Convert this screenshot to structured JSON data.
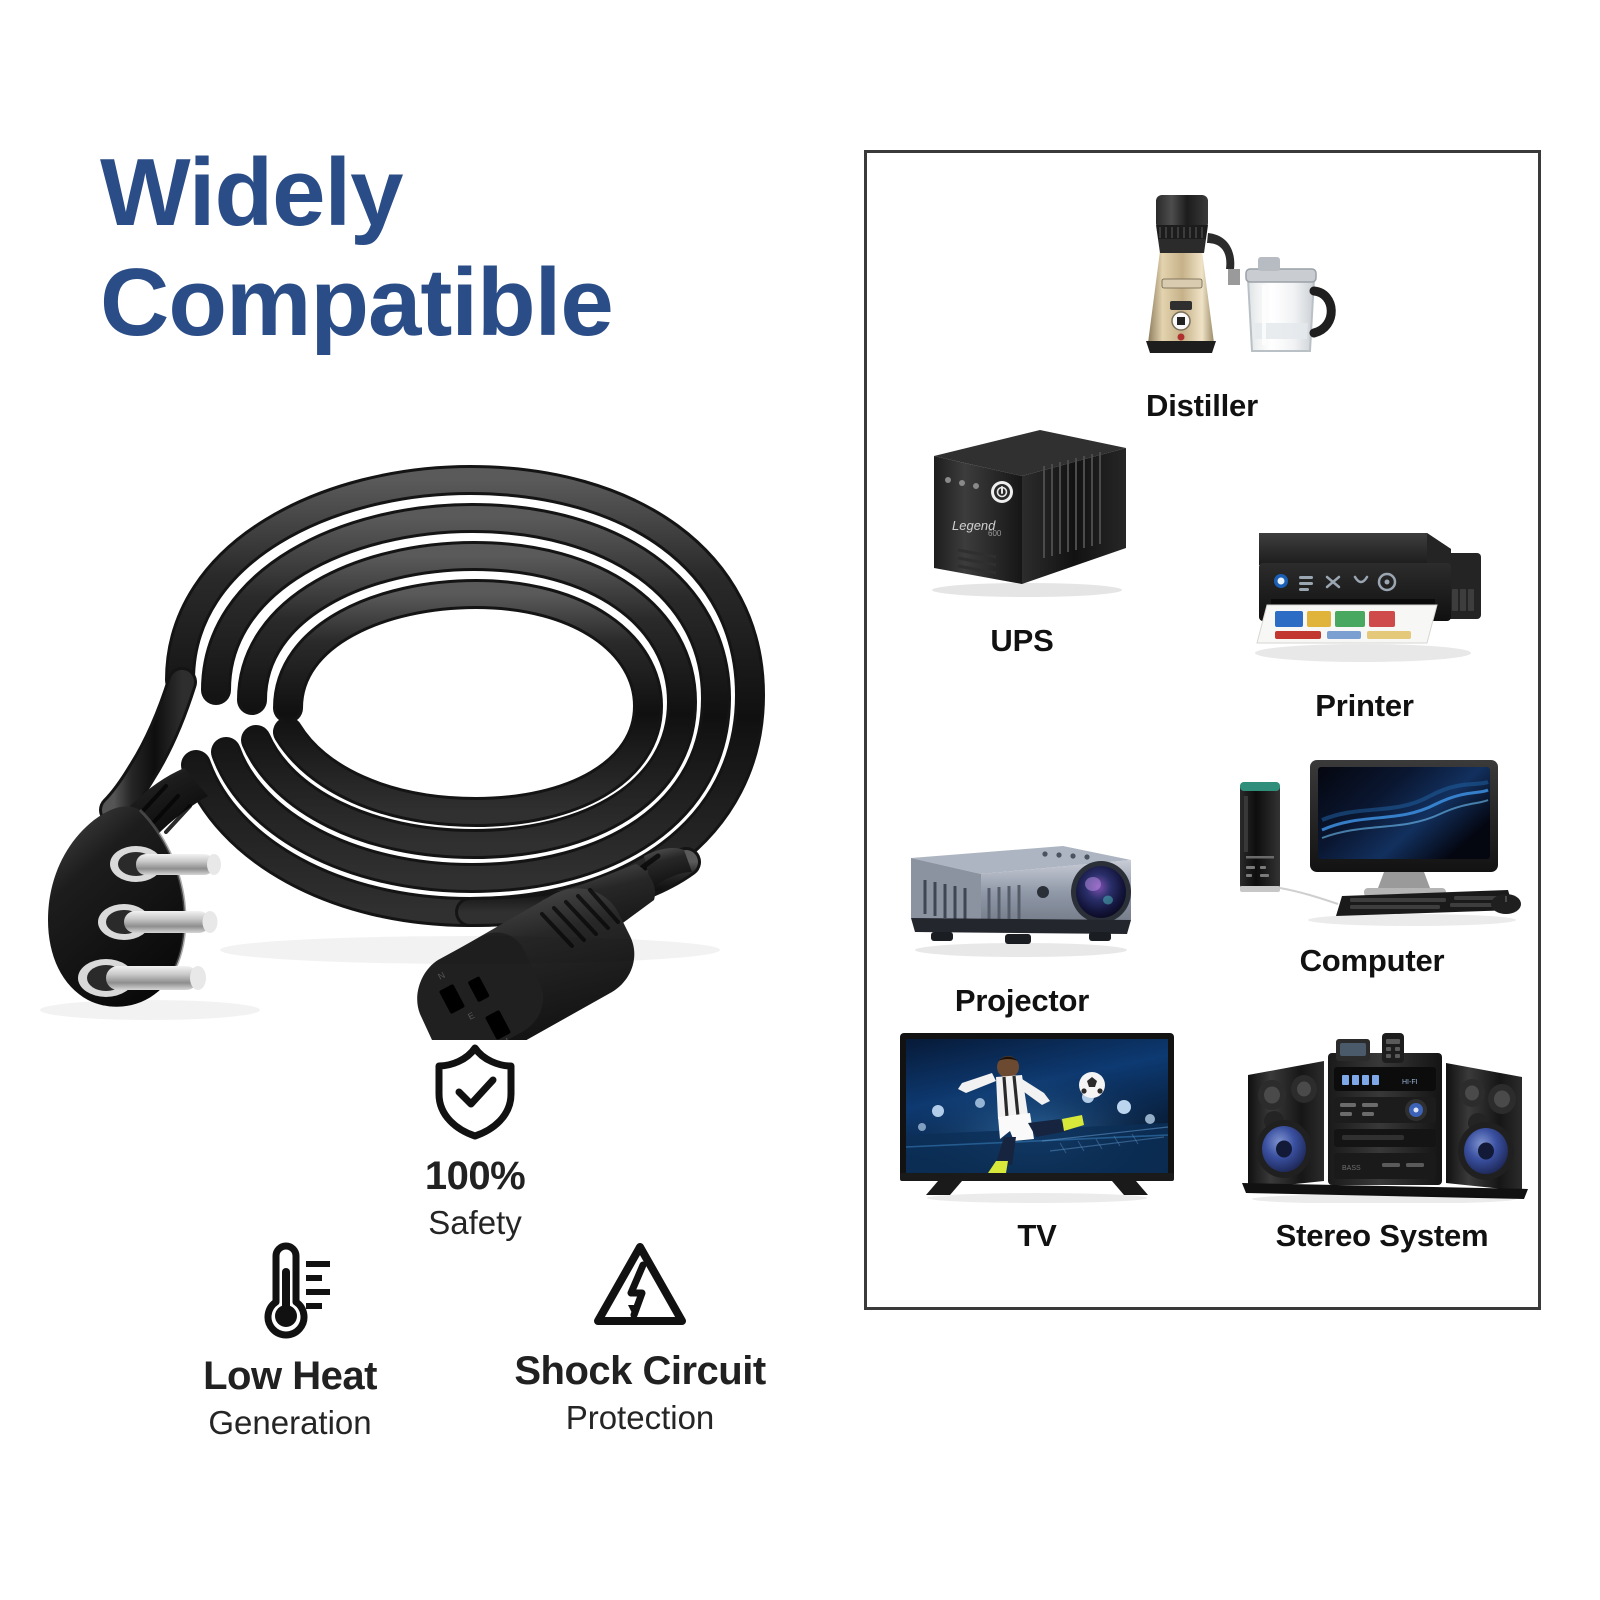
{
  "headline": {
    "line1": "Widely",
    "line2": "Compatible",
    "color": "#2b4d87"
  },
  "product": {
    "name": "power-cable",
    "plug_type": "3-pin-round-plug",
    "connector_type": "iec-c13-connector",
    "cable_color": "#1a1a1a"
  },
  "features": [
    {
      "id": "safety",
      "icon": "shield-check-icon",
      "main": "100%",
      "sub": "Safety"
    },
    {
      "id": "low-heat",
      "icon": "thermometer-icon",
      "main": "Low Heat",
      "sub": "Generation"
    },
    {
      "id": "shock-circuit",
      "icon": "high-voltage-warning-icon",
      "main": "Shock Circuit",
      "sub": "Protection"
    }
  ],
  "panel": {
    "border_color": "#3a3a3a",
    "devices": [
      {
        "id": "distiller",
        "label": "Distiller",
        "icon": "water-distiller-image"
      },
      {
        "id": "ups",
        "label": "UPS",
        "icon": "ups-tower-image"
      },
      {
        "id": "printer",
        "label": "Printer",
        "icon": "inkjet-printer-image"
      },
      {
        "id": "projector",
        "label": "Projector",
        "icon": "video-projector-image"
      },
      {
        "id": "computer",
        "label": "Computer",
        "icon": "desktop-computer-image"
      },
      {
        "id": "tv",
        "label": "TV",
        "icon": "flat-screen-tv-image"
      },
      {
        "id": "stereo",
        "label": "Stereo System",
        "icon": "stereo-system-image"
      }
    ]
  },
  "colors": {
    "headline_blue": "#2b4d87",
    "text_dark": "#212121",
    "panel_border": "#3a3a3a",
    "cable_black": "#1a1a1a",
    "distiller_gold": "#c9b184",
    "tv_screen_blue": "#0d3a6b",
    "stereo_woofer_blue": "#2c4b8c"
  }
}
